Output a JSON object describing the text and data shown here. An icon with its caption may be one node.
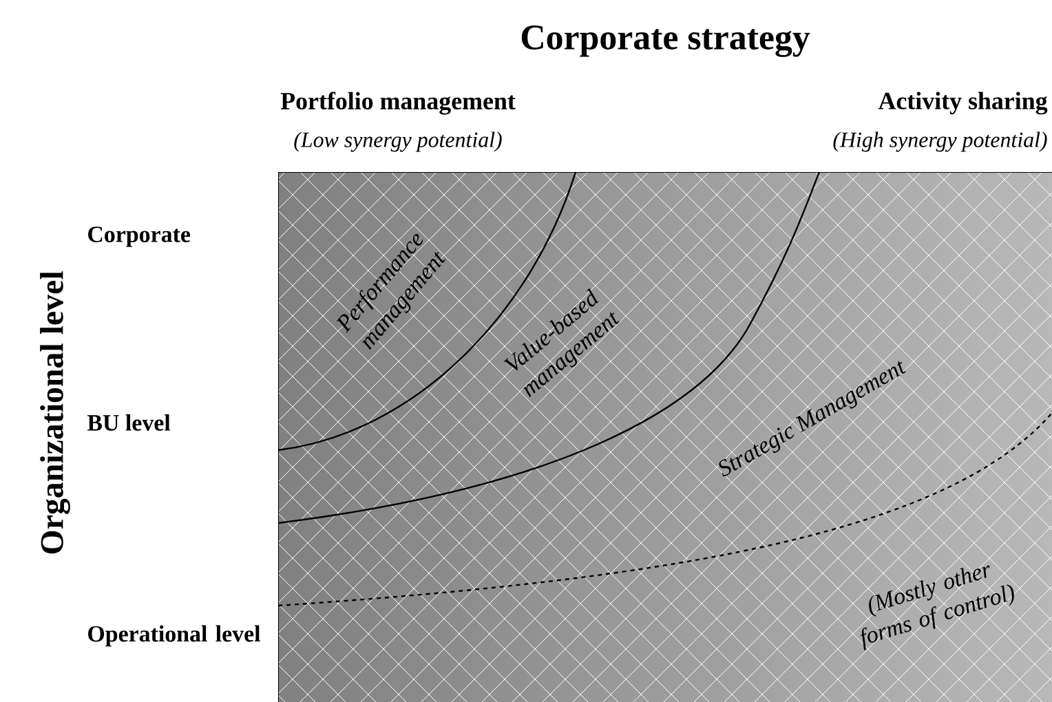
{
  "diagram": {
    "title": "Corporate strategy",
    "labels": [
      "Portfolio management",
      "(Low synergy potential)",
      "Activity sharing",
      "(High synergy potential)",
      "Organizational level",
      "Corporate",
      "BU level",
      "Operational level",
      "Performance management",
      "Value-based management",
      "Strategic Management",
      "(Mostly other forms of control)"
    ]
  }
}
